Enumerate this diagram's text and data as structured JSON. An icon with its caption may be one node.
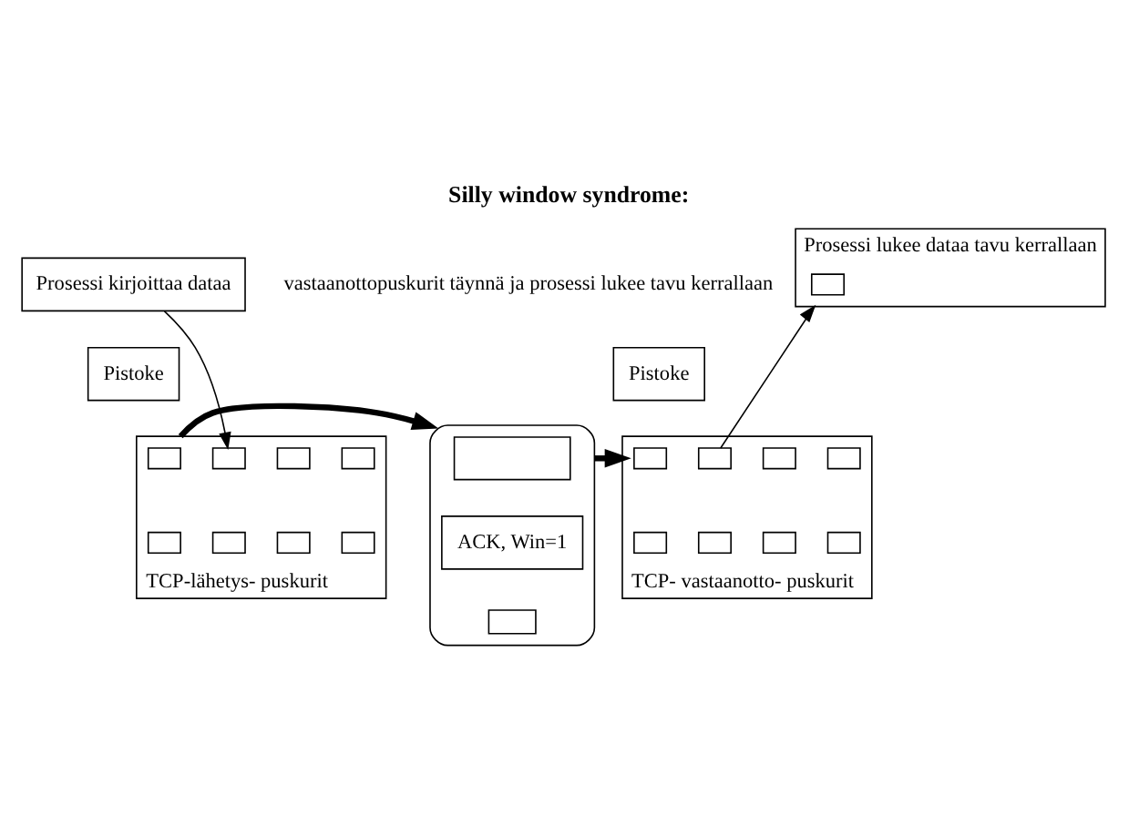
{
  "diagram": {
    "title": "Silly window syndrome:",
    "nodes": [
      {
        "text": [
          "Prosessi kirjoittaa dataa"
        ]
      },
      {
        "text": [
          "Pistoke"
        ]
      },
      {
        "text": [
          "TCP-lähetys- puskurit"
        ]
      },
      {
        "text": [],
        "shape": "box",
        "in": 2
      },
      {
        "text": [],
        "shape": "box",
        "in": 2
      },
      {
        "text": [],
        "shape": "box",
        "in": 2
      },
      {
        "text": [],
        "shape": "box",
        "in": 2
      },
      {
        "text": [],
        "shape": "box",
        "in": 2
      },
      {
        "text": [],
        "shape": "box",
        "in": 2
      },
      {
        "text": [],
        "shape": "box",
        "in": 2
      },
      {
        "text": [],
        "shape": "box",
        "in": 2
      },
      {
        "text": [],
        "shape": "cloud"
      },
      {
        "text": [],
        "shape": "box",
        "in": 11
      },
      {
        "text": [
          "ACK, Win=1"
        ],
        "in": 11
      },
      {
        "text": [],
        "shape": "box",
        "in": 11
      },
      {
        "text": [
          "Prosessi lukee dataa tavu kerrallaan"
        ]
      },
      {
        "text": [],
        "shape": "box",
        "in": 15
      },
      {
        "text": [
          "Pistoke"
        ]
      },
      {
        "text": [
          "TCP- vastaanotto- puskurit"
        ]
      },
      {
        "text": [],
        "shape": "box",
        "in": 18
      },
      {
        "text": [],
        "shape": "box",
        "in": 18
      },
      {
        "text": [],
        "shape": "box",
        "in": 18
      },
      {
        "text": [],
        "shape": "box",
        "in": 18
      },
      {
        "text": [],
        "shape": "box",
        "in": 18
      },
      {
        "text": [],
        "shape": "box",
        "in": 18
      },
      {
        "text": [],
        "shape": "box",
        "in": 18
      },
      {
        "text": [],
        "shape": "box",
        "in": 18
      }
    ],
    "edges": [
      {
        "from": 0,
        "to": 4,
        "arrow": "to"
      },
      {
        "from": 2,
        "to": 11,
        "arrow": "to",
        "style": "thick"
      },
      {
        "from": 11,
        "to": 18,
        "arrow": "to",
        "style": "thick"
      },
      {
        "from": 20,
        "to": 15,
        "arrow": "to"
      }
    ],
    "labels": [
      "vastaanottopuskurit täynnä ja prosessi lukee tavu kerrallaan"
    ]
  }
}
